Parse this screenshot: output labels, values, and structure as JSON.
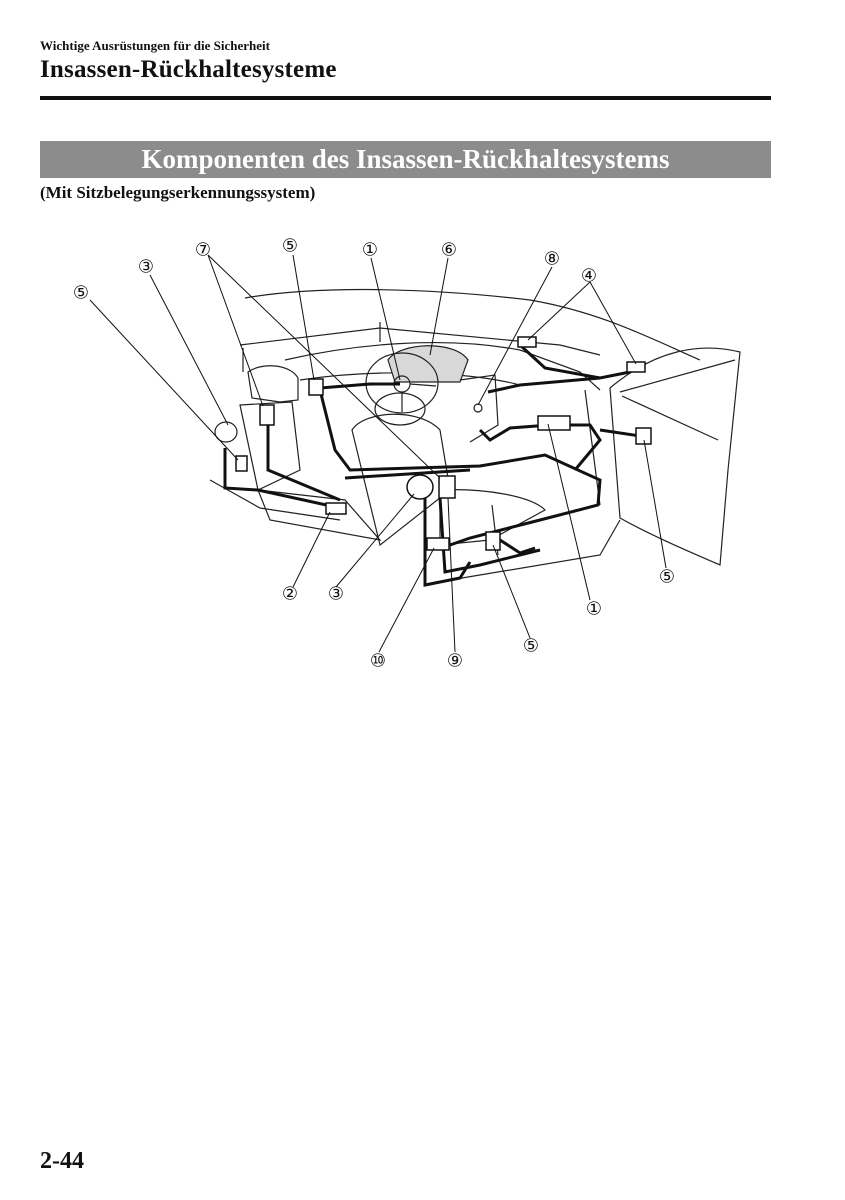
{
  "header": {
    "section": "Wichtige Ausrüstungen für die Sicherheit",
    "chapter": "Insassen-Rückhaltesysteme"
  },
  "banner": {
    "title": "Komponenten des Insassen-Rückhaltesystems"
  },
  "subheading": "(Mit Sitzbelegungserkennungssystem)",
  "figure": {
    "callouts": [
      "①",
      "②",
      "③",
      "④",
      "⑤",
      "⑥",
      "⑦",
      "⑧",
      "⑨",
      "⑩"
    ]
  },
  "footer": {
    "page_number": "2-44"
  }
}
